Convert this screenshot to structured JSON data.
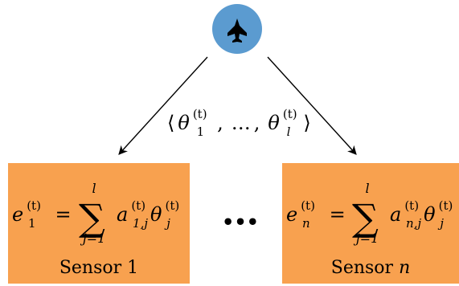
{
  "colors": {
    "aircraft_node": "#5b9bd0",
    "sensor_box": "#f8a14f",
    "arrow": "#000000"
  },
  "aircraft": {
    "icon": "fighter-jet-icon"
  },
  "broadcast": {
    "left_bracket": "⟨",
    "theta": "θ",
    "sup": "(t)",
    "sub_first": "1",
    "sub_last": "l",
    "comma": ",",
    "ellipsis": "…",
    "right_bracket": "⟩"
  },
  "sensors": [
    {
      "e": "e",
      "e_sub": "1",
      "sup": "(t)",
      "equals": "=",
      "sum": "∑",
      "sum_top": "l",
      "sum_bottom": "j=1",
      "a": "a",
      "a_sub": "1,j",
      "theta": "θ",
      "theta_sub": "j",
      "label_text": "Sensor 1",
      "label_var": ""
    },
    {
      "e": "e",
      "e_sub": "n",
      "sup": "(t)",
      "equals": "=",
      "sum": "∑",
      "sum_top": "l",
      "sum_bottom": "j=1",
      "a": "a",
      "a_sub": "n,j",
      "theta": "θ",
      "theta_sub": "j",
      "label_text": "Sensor ",
      "label_var": "n"
    }
  ],
  "between_sensors": "•••"
}
